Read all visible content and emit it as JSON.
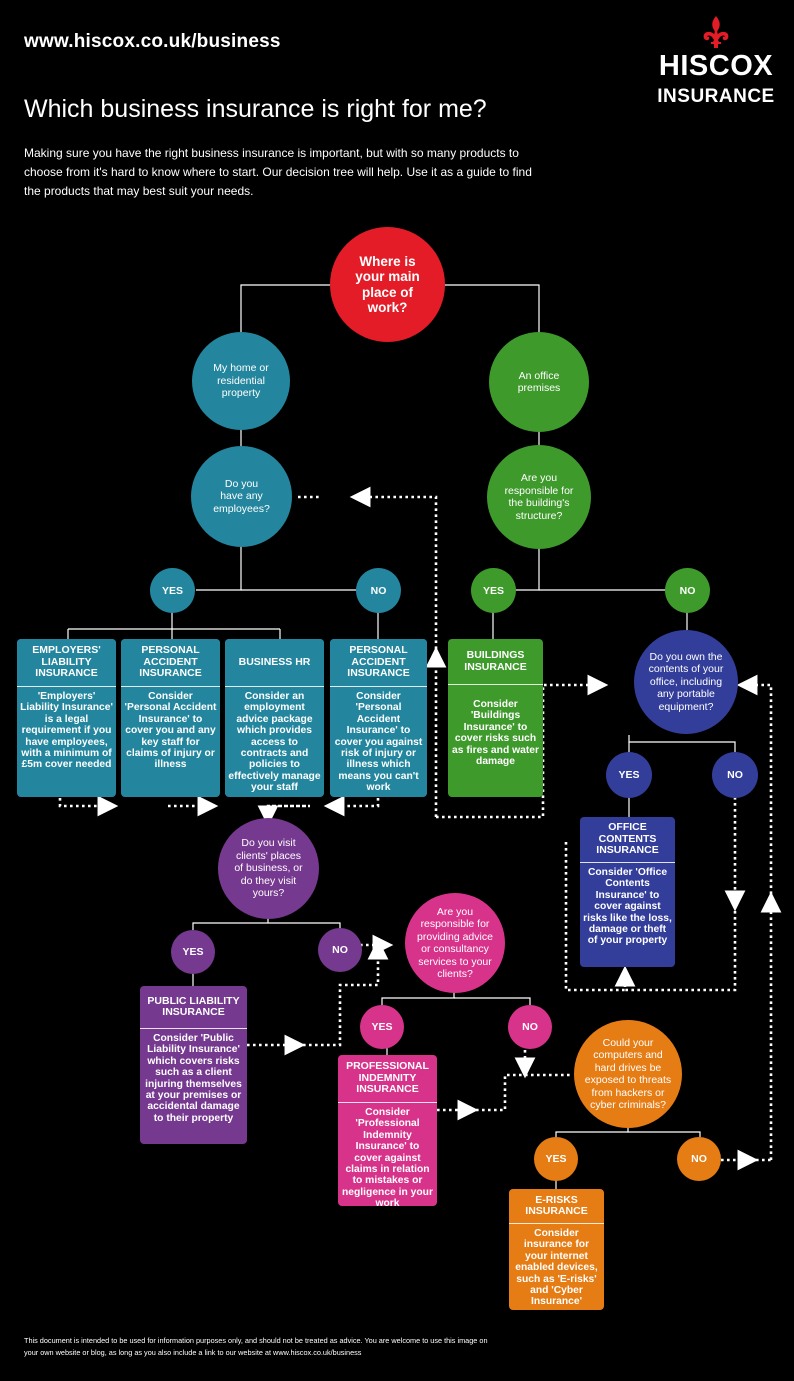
{
  "header": {
    "url": "www.hiscox.co.uk/business",
    "title": "Which business insurance is right for me?",
    "intro": "Making sure you have the right business insurance is important, but with so many products to choose from it's hard to know where to start. Our decision tree will help. Use it as a guide to find the products that may best suit your needs."
  },
  "logo": {
    "line1": "HISCOX",
    "line2": "INSURANCE",
    "mark": "fleur-de-lis-icon",
    "mark_color": "#e41c27"
  },
  "colors": {
    "red": "#e41c27",
    "teal": "#23869e",
    "green": "#3f9a2c",
    "blue": "#333e9a",
    "purple": "#763990",
    "pink": "#d8338b",
    "orange": "#e57c14"
  },
  "nodes": {
    "start": "Where is your main place of work?",
    "home": "My home or residential property",
    "office": "An office premises",
    "employees_q": "Do you have any employees?",
    "structure_q": "Are you responsible for the building's structure?",
    "contents_q": "Do you own the contents of your office, including any portable equipment?",
    "clients_q": "Do you visit clients' places of business, or do they visit yours?",
    "advice_q": "Are you responsible for providing advice or consultancy services to your clients?",
    "computers_q": "Could your computers and hard drives be exposed to threats from hackers or cyber criminals?"
  },
  "answers": {
    "yes": "YES",
    "no": "NO"
  },
  "cards": {
    "employers": {
      "title": "EMPLOYERS' LIABILITY INSURANCE",
      "body": "'Employers' Liability Insurance' is a legal requirement if you have employees, with a minimum of £5m cover needed"
    },
    "pa_yes": {
      "title": "PERSONAL ACCIDENT INSURANCE",
      "body": "Consider 'Personal Accident Insurance' to cover you and any key staff for claims of injury or illness"
    },
    "hr": {
      "title": "BUSINESS HR",
      "body": "Consider an employment advice package which provides access to contracts and policies to effectively manage your staff"
    },
    "pa_no": {
      "title": "PERSONAL ACCIDENT INSURANCE",
      "body": "Consider 'Personal Accident Insurance' to cover you against risk of injury or illness which means you can't work"
    },
    "buildings": {
      "title": "BUILDINGS INSURANCE",
      "body": "Consider 'Buildings Insurance' to cover risks such as fires and water damage"
    },
    "contents": {
      "title": "OFFICE CONTENTS INSURANCE",
      "body": "Consider 'Office Contents Insurance' to cover against risks like the loss, damage or theft of your property"
    },
    "public": {
      "title": "PUBLIC LIABILITY INSURANCE",
      "body": "Consider 'Public Liability Insurance' which covers risks such as a client injuring themselves at your premises or accidental damage to their property"
    },
    "pi": {
      "title": "PROFESSIONAL INDEMNITY INSURANCE",
      "body": "Consider 'Professional Indemnity Insurance' to cover against claims in relation to mistakes or negligence in your work"
    },
    "erisks": {
      "title": "E-RISKS INSURANCE",
      "body": "Consider insurance for your internet enabled devices, such as 'E-risks' and 'Cyber Insurance'"
    }
  },
  "footer": {
    "disclaimer": "This document is intended to be used for information purposes only, and should not be treated as advice. You are welcome to use this image on your own website or blog, as long as you also include a link to our website at www.hiscox.co.uk/business"
  }
}
